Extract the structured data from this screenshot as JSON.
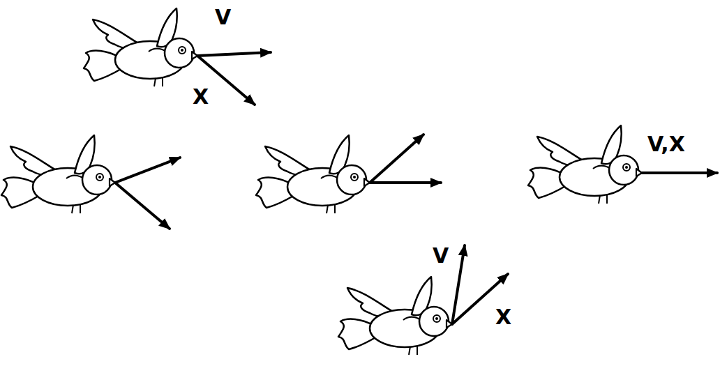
{
  "diagram": {
    "labels": [
      "V",
      "X",
      "V,X",
      "V",
      "X"
    ]
  }
}
